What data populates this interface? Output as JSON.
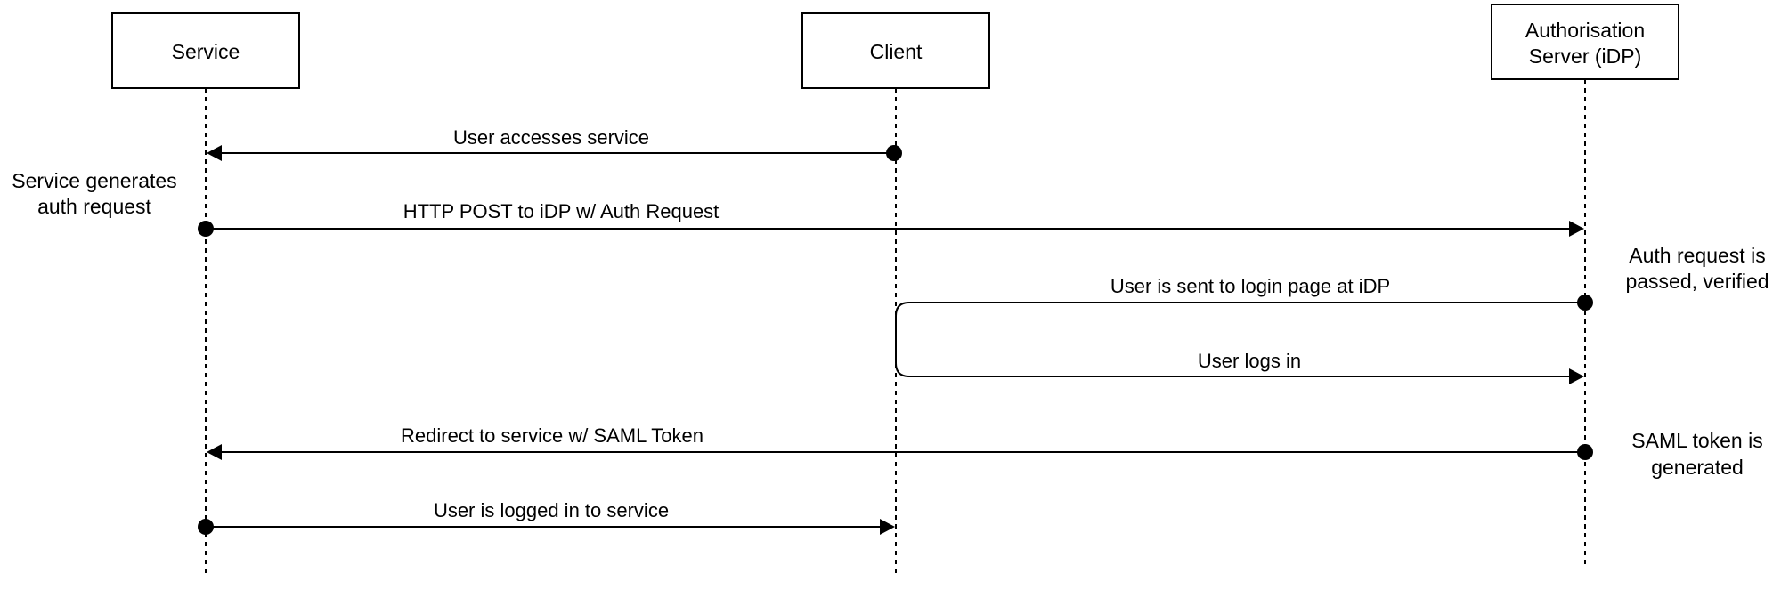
{
  "participants": {
    "service": "Service",
    "client": "Client",
    "idp": [
      "Authorisation",
      "Server (iDP)"
    ]
  },
  "messages": {
    "m1": "User accesses service",
    "m2": "HTTP POST to iDP w/ Auth Request",
    "m3": "User is sent to login page at iDP",
    "m4": "User logs in",
    "m5": "Redirect to service w/ SAML Token",
    "m6": "User is logged in to service"
  },
  "notes": {
    "service_generates": [
      "Service generates",
      "auth request"
    ],
    "auth_passed": [
      "Auth request is",
      "passed, verified"
    ],
    "saml_generated": [
      "SAML token is",
      "generated"
    ]
  },
  "colors": {
    "stroke": "#000000",
    "background": "#ffffff"
  }
}
